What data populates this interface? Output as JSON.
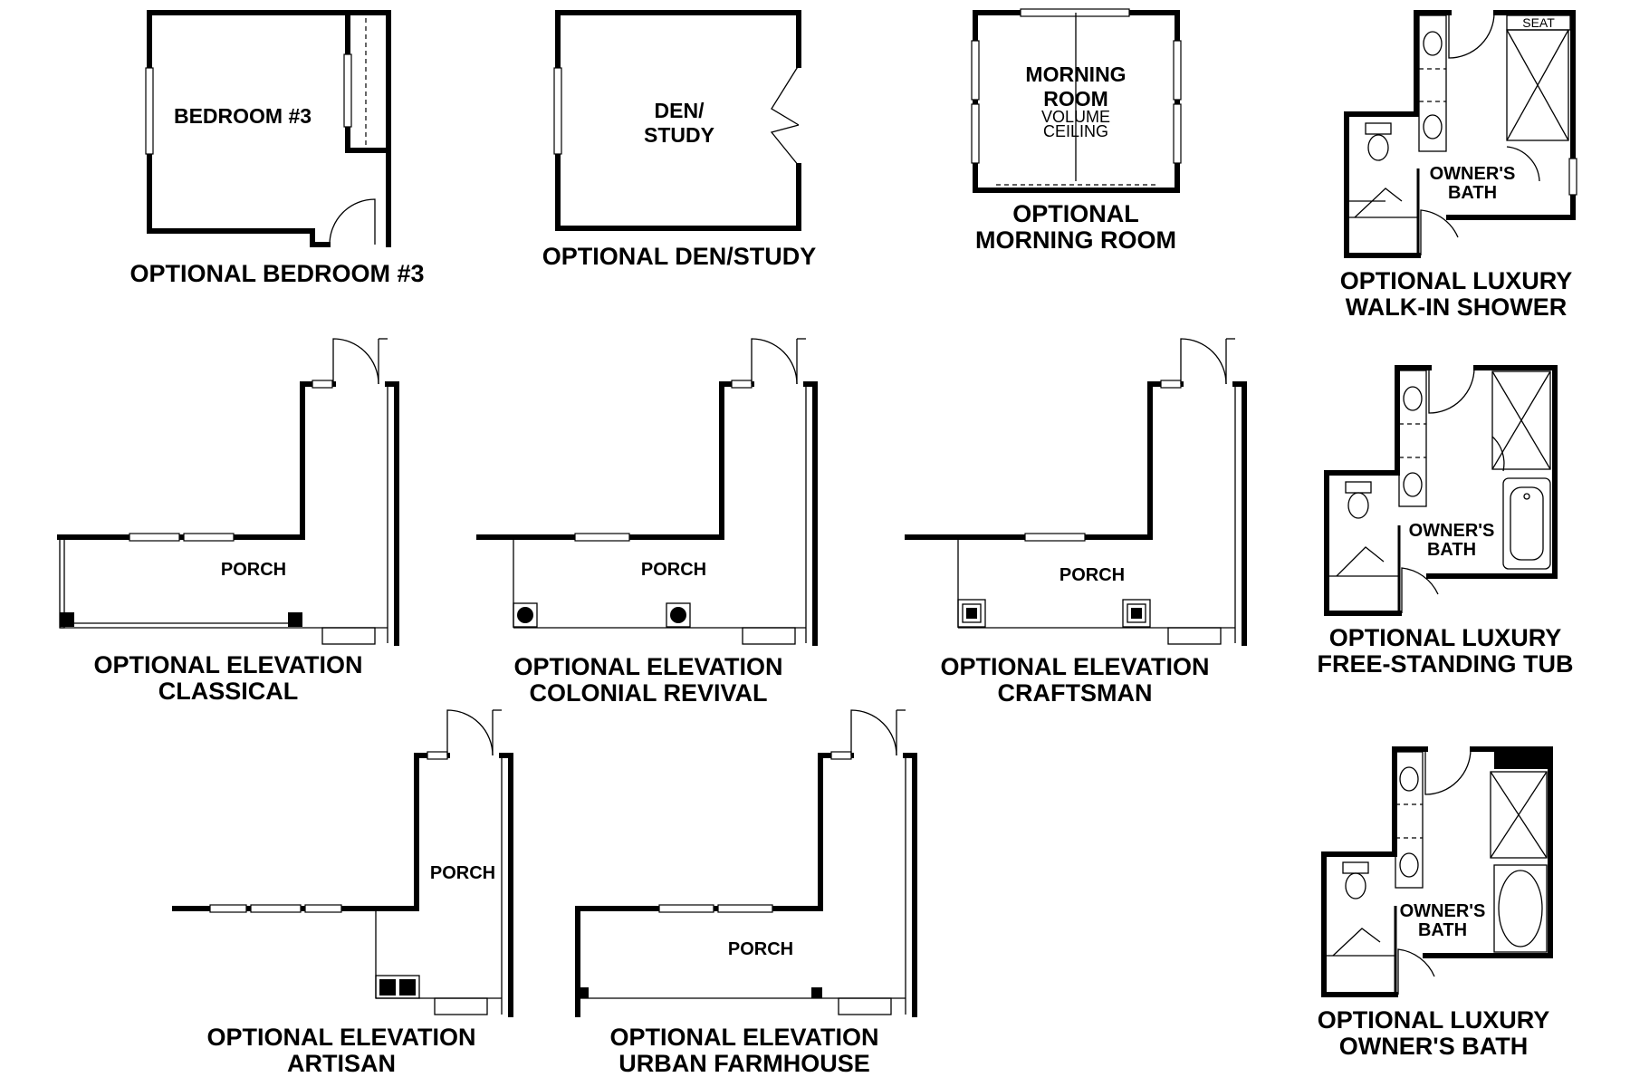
{
  "bedroom": {
    "room_label": "BEDROOM #3",
    "caption": "OPTIONAL BEDROOM #3"
  },
  "den": {
    "room_label_1": "DEN/",
    "room_label_2": "STUDY",
    "caption": "OPTIONAL DEN/STUDY"
  },
  "morning": {
    "room_label_1": "MORNING",
    "room_label_2": "ROOM",
    "note_1": "VOLUME",
    "note_2": "CEILING",
    "caption_1": "OPTIONAL",
    "caption_2": "MORNING ROOM"
  },
  "shower": {
    "seat_label": "SEAT",
    "room_label_1": "OWNER'S",
    "room_label_2": "BATH",
    "caption_1": "OPTIONAL LUXURY",
    "caption_2": "WALK-IN SHOWER"
  },
  "tub": {
    "room_label_1": "OWNER'S",
    "room_label_2": "BATH",
    "caption_1": "OPTIONAL LUXURY",
    "caption_2": "FREE-STANDING TUB"
  },
  "luxbath": {
    "room_label_1": "OWNER'S",
    "room_label_2": "BATH",
    "caption_1": "OPTIONAL LUXURY",
    "caption_2": "OWNER'S BATH"
  },
  "classical": {
    "porch_label": "PORCH",
    "caption_1": "OPTIONAL ELEVATION",
    "caption_2": "CLASSICAL"
  },
  "colonial": {
    "porch_label": "PORCH",
    "caption_1": "OPTIONAL ELEVATION",
    "caption_2": "COLONIAL REVIVAL"
  },
  "craftsman": {
    "porch_label": "PORCH",
    "caption_1": "OPTIONAL ELEVATION",
    "caption_2": "CRAFTSMAN"
  },
  "artisan": {
    "porch_label": "PORCH",
    "caption_1": "OPTIONAL ELEVATION",
    "caption_2": "ARTISAN"
  },
  "farmhouse": {
    "porch_label": "PORCH",
    "caption_1": "OPTIONAL ELEVATION",
    "caption_2": "URBAN FARMHOUSE"
  }
}
